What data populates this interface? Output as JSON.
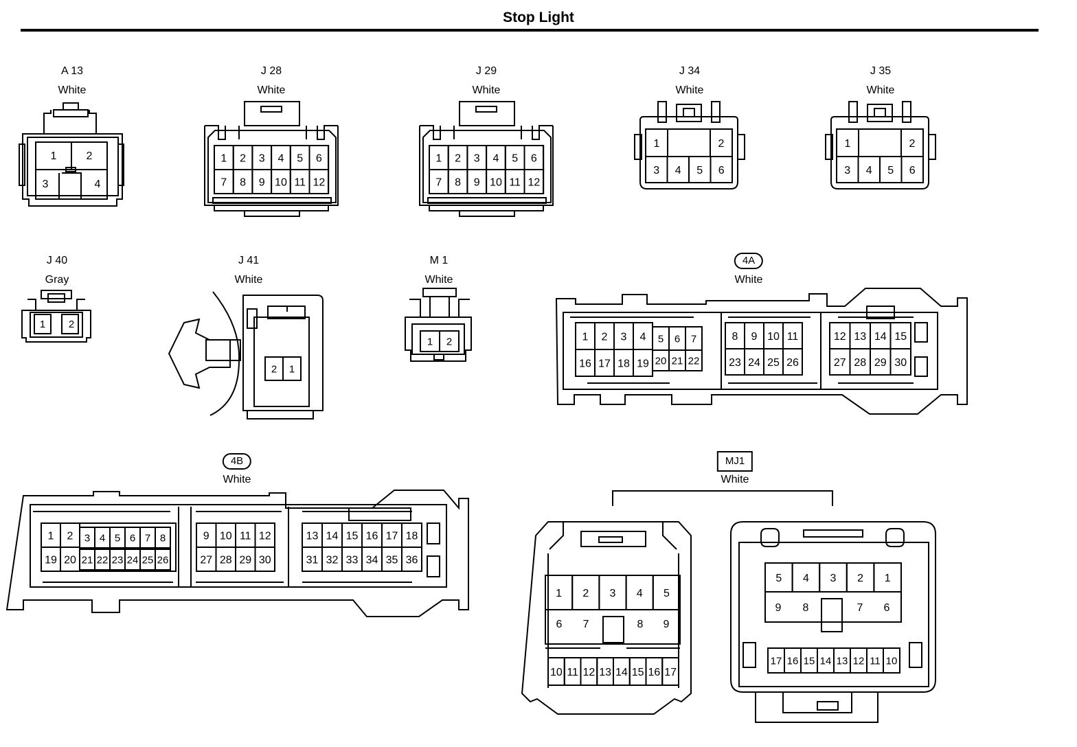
{
  "title": "Stop Light",
  "connectors": {
    "a13": {
      "id": "A 13",
      "color": "White",
      "pins": [
        "1",
        "2",
        "3",
        "4"
      ]
    },
    "j28": {
      "id": "J 28",
      "color": "White",
      "pins": [
        "1",
        "2",
        "3",
        "4",
        "5",
        "6",
        "7",
        "8",
        "9",
        "10",
        "11",
        "12"
      ]
    },
    "j29": {
      "id": "J 29",
      "color": "White",
      "pins": [
        "1",
        "2",
        "3",
        "4",
        "5",
        "6",
        "7",
        "8",
        "9",
        "10",
        "11",
        "12"
      ]
    },
    "j34": {
      "id": "J 34",
      "color": "White",
      "pins": [
        "1",
        "2",
        "3",
        "4",
        "5",
        "6"
      ]
    },
    "j35": {
      "id": "J 35",
      "color": "White",
      "pins": [
        "1",
        "2",
        "3",
        "4",
        "5",
        "6"
      ]
    },
    "j40": {
      "id": "J 40",
      "color": "Gray",
      "pins": [
        "1",
        "2"
      ]
    },
    "j41": {
      "id": "J 41",
      "color": "White",
      "pins": [
        "2",
        "1"
      ]
    },
    "m1": {
      "id": "M 1",
      "color": "White",
      "pins": [
        "1",
        "2"
      ]
    },
    "c4a": {
      "id": "4A",
      "color": "White",
      "pins": [
        "1",
        "2",
        "3",
        "4",
        "5",
        "6",
        "7",
        "8",
        "9",
        "10",
        "11",
        "12",
        "13",
        "14",
        "15",
        "16",
        "17",
        "18",
        "19",
        "20",
        "21",
        "22",
        "23",
        "24",
        "25",
        "26",
        "27",
        "28",
        "29",
        "30"
      ]
    },
    "c4b": {
      "id": "4B",
      "color": "White",
      "pins": [
        "1",
        "2",
        "3",
        "4",
        "5",
        "6",
        "7",
        "8",
        "19",
        "20",
        "21",
        "22",
        "23",
        "24",
        "25",
        "26",
        "9",
        "10",
        "11",
        "12",
        "27",
        "28",
        "29",
        "30",
        "13",
        "14",
        "15",
        "16",
        "17",
        "18",
        "31",
        "32",
        "33",
        "34",
        "35",
        "36"
      ]
    },
    "mj1": {
      "id": "MJ1",
      "color": "White",
      "left_pins": [
        "1",
        "2",
        "3",
        "4",
        "5",
        "6",
        "7",
        "8",
        "9",
        "10",
        "11",
        "12",
        "13",
        "14",
        "15",
        "16",
        "17"
      ],
      "right_pins": [
        "5",
        "4",
        "3",
        "2",
        "1",
        "9",
        "8",
        "7",
        "6",
        "17",
        "16",
        "15",
        "14",
        "13",
        "12",
        "11",
        "10"
      ]
    }
  }
}
